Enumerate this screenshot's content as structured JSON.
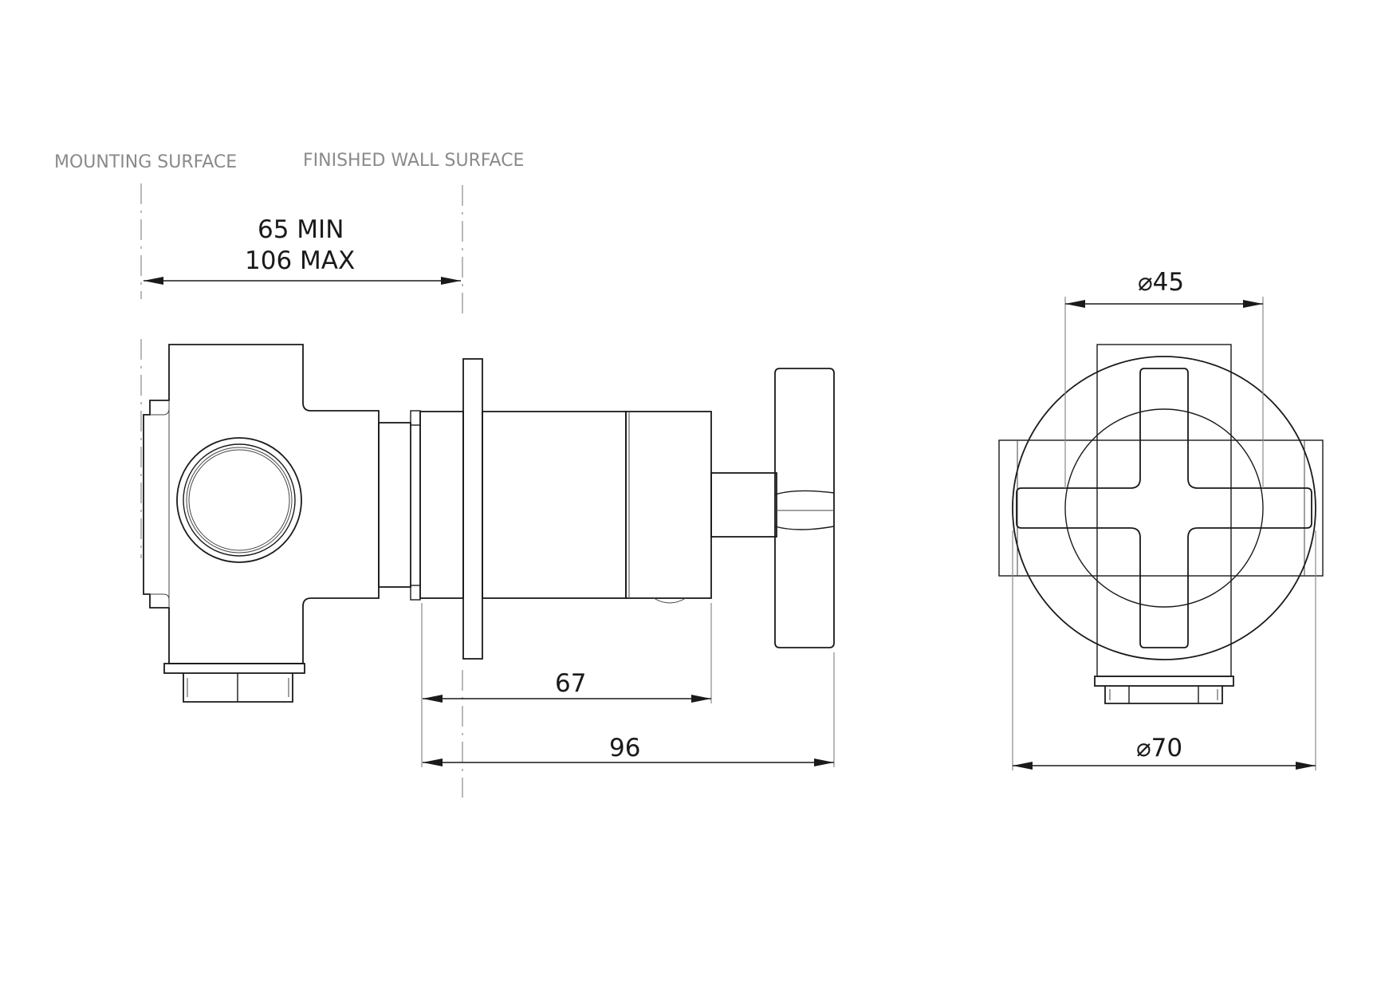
{
  "labels": {
    "mounting_surface": "MOUNTING SURFACE",
    "finished_wall_surface": "FINISHED WALL SURFACE"
  },
  "dimensions": {
    "min": "65 MIN",
    "max": "106 MAX",
    "body_length": "67",
    "overall_length": "96",
    "inner_diameter": "⌀45",
    "outer_diameter": "⌀70"
  },
  "colors": {
    "line": "#1a1a1a",
    "reference": "#8a8a8a",
    "background": "#ffffff"
  }
}
